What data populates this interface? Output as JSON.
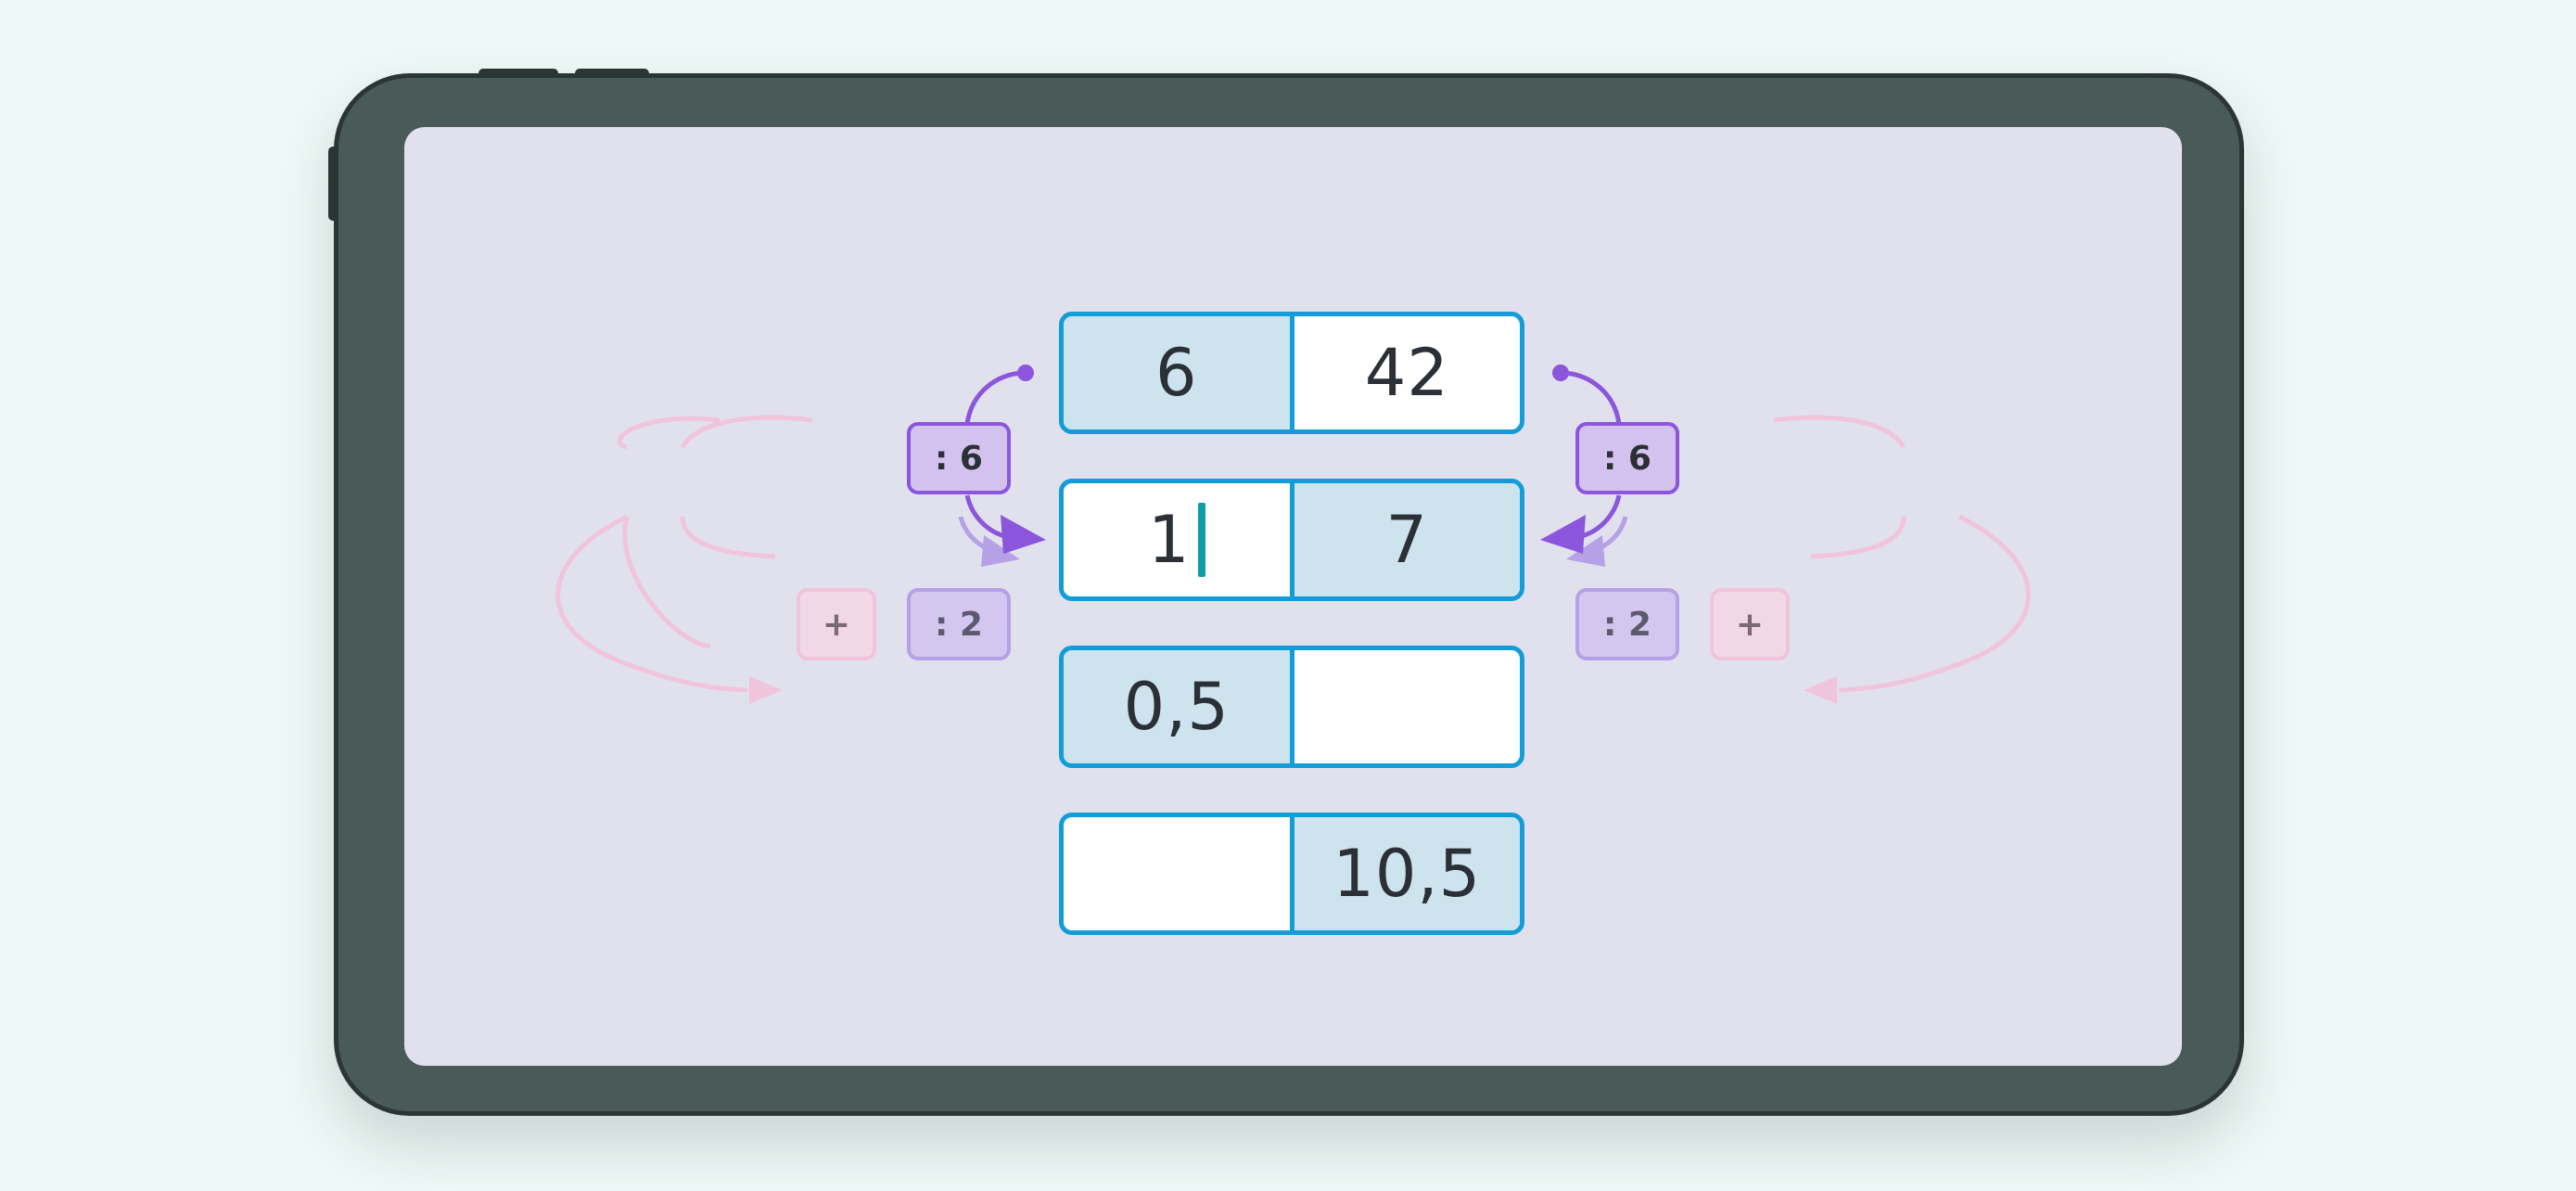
{
  "device": {
    "type": "tablet"
  },
  "table": {
    "rows": [
      {
        "left": "6",
        "right": "42",
        "shaded": "left",
        "cursor": false
      },
      {
        "left": "1",
        "right": "7",
        "shaded": "right",
        "cursor": true
      },
      {
        "left": "0,5",
        "right": "",
        "shaded": "left",
        "cursor": false
      },
      {
        "left": "",
        "right": "10,5",
        "shaded": "right",
        "cursor": false
      }
    ]
  },
  "operators": {
    "divide6_left": ": 6",
    "divide6_right": ": 6",
    "divide2_left": ": 2",
    "divide2_right": ": 2",
    "add_left": "+",
    "add_right": "+"
  },
  "colors": {
    "accent": "#139cd8",
    "shaded_cell": "#cde4ee",
    "operator_strong": "#8b56db",
    "operator_light": "#b6a0e6",
    "operator_pink": "#f0c4da",
    "screen": "#e1e1ee",
    "frame": "#4a5a59"
  }
}
